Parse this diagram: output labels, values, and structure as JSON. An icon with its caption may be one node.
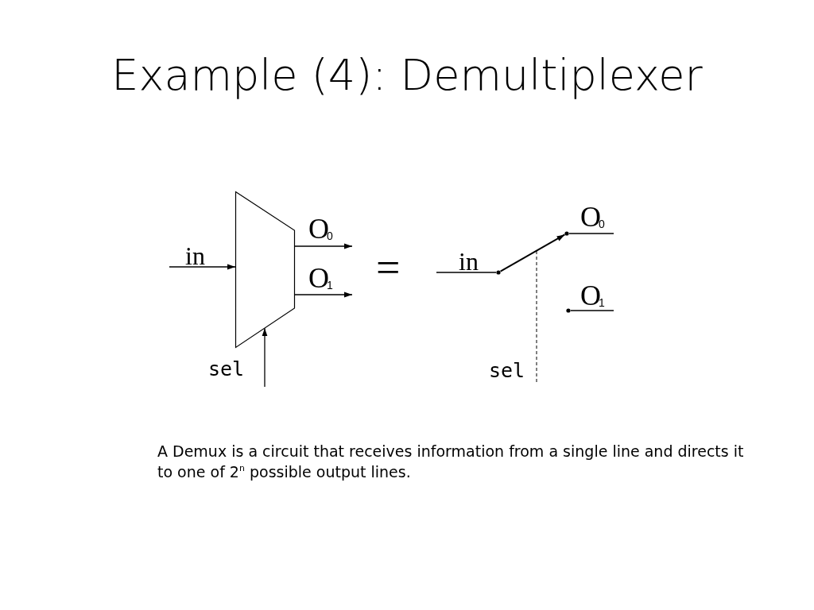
{
  "diagram": {
    "title": "Example (4): Demultiplexer",
    "caption": "A Demux is a circuit that receives information from a single line and directs it to one of 2$^{n}$ possible output lines.",
    "nodes": [
      {
        "text": [],
        "shape": "trapezoid"
      },
      {
        "text": [],
        "shape": "circle"
      },
      {
        "text": [],
        "shape": "circle"
      },
      {
        "text": [],
        "shape": "circle"
      }
    ],
    "edges": [
      {
        "from": null,
        "to": 0,
        "arrow": "to",
        "label": "in"
      },
      {
        "from": 0,
        "to": null,
        "arrow": "to",
        "label": "O$_{0}$"
      },
      {
        "from": 0,
        "to": null,
        "arrow": "to",
        "label": "O$_{1}$"
      },
      {
        "from": null,
        "to": 0,
        "arrow": "to",
        "label": "sel"
      },
      {
        "from": null,
        "to": 1,
        "arrow": "none",
        "label": "in"
      },
      {
        "from": 1,
        "to": 2,
        "arrow": "to"
      },
      {
        "from": 2,
        "to": null,
        "arrow": "none",
        "label": "O$_{0}$"
      },
      {
        "from": 3,
        "to": null,
        "arrow": "none",
        "label": "O$_{1}$"
      }
    ],
    "labels": [
      "=",
      "sel"
    ]
  }
}
